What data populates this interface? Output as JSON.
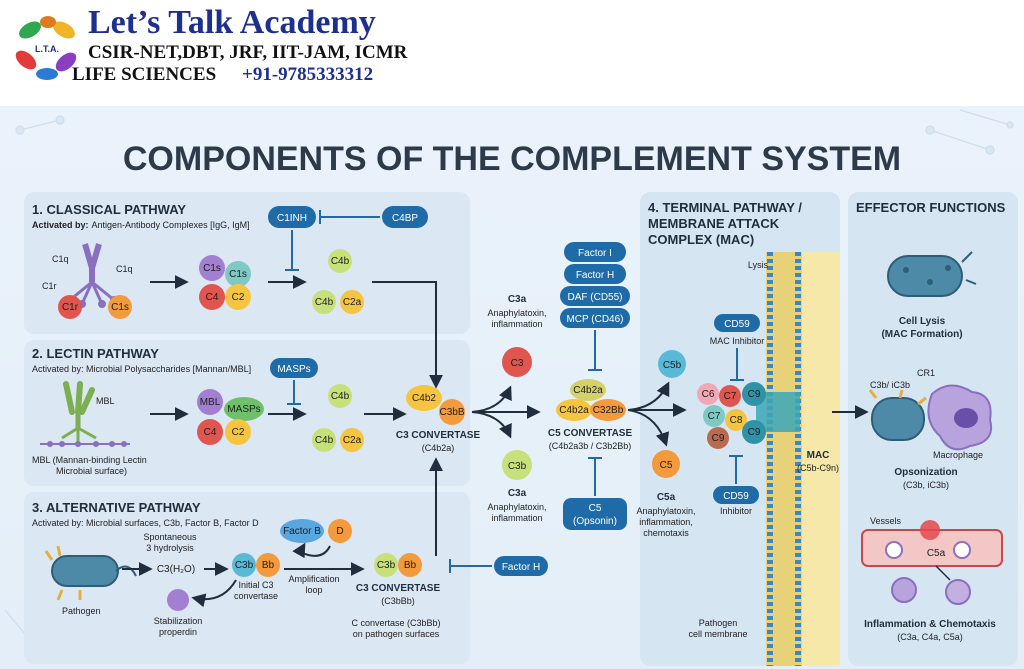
{
  "header": {
    "title": "Let’s Talk Academy",
    "subtitle": "CSIR-NET,DBT, JRF, IIT-JAM, ICMR",
    "life_sciences": "LIFE SCIENCES",
    "phone": "+91-9785333312",
    "logo_text": "L.T.A."
  },
  "main_title": "COMPONENTS OF THE COMPLEMENT SYSTEM",
  "classical": {
    "title": "1. CLASSICAL PATHWAY",
    "activated_prefix": "Activated by:",
    "activated_text": "Antigen-Antibody Complexes [IgG, IgM]",
    "c1q_left": "C1q",
    "c1q_right": "C1q",
    "c1r_label": "C1r",
    "c1r": "C1r",
    "c1s": "C1s",
    "c1s_a": "C1s",
    "c1s_b": "C1s",
    "c4": "C4",
    "c2": "C2",
    "c1inh": "C1INH",
    "c4bp": "C4BP",
    "c4b_top": "C4b",
    "c4b": "C4b",
    "c2a": "C2a"
  },
  "lectin": {
    "title": "2. LECTIN PATHWAY",
    "activated_text": "Activated by: Microbial Polysaccharides [Mannan/MBL]",
    "mbl_label": "MBL",
    "mbl_caption_1": "MBL (Mannan-binding Lectin",
    "mbl_caption_2": "Microbial surface)",
    "mbl": "MBL",
    "masps": "MASPs",
    "c4": "C4",
    "c2": "C2",
    "masps_pill": "MASPs",
    "c4b_top": "C4b",
    "c4b": "C4b",
    "c2a": "C2a"
  },
  "alternative": {
    "title": "3. ALTERNATIVE PATHWAY",
    "activated_text": "Activated by: Microbial surfaces, C3b, Factor B, Factor D",
    "pathogen": "Pathogen",
    "spontaneous_1": "Spontaneous",
    "spontaneous_2": "3 hydrolysis",
    "c3h2o": "C3(H₂O)",
    "c3b": "C3b",
    "bb": "Bb",
    "initial_1": "Initial C3",
    "initial_2": "convertase",
    "factor_b": "Factor B",
    "d": "D",
    "amplification_1": "Amplification",
    "amplification_2": "loop",
    "stab_1": "Stabilization",
    "stab_2": "properdin",
    "conv_c3b": "C3b",
    "conv_bb": "Bb",
    "conv_title": "C3 CONVERTASE",
    "conv_formula": "(C3bBb)",
    "conv_note_1": "C convertase (C3bBb)",
    "conv_note_2": "on pathogen surfaces",
    "factor_h": "Factor H"
  },
  "c3_convertase": {
    "c4b2": "C4b2",
    "c3bb": "C3bB",
    "title": "C3 CONVERTASE",
    "formula": "(C4b2a)"
  },
  "c3_split": {
    "c3a_title": "C3a",
    "c3a_desc_1": "Anaphylatoxin,",
    "c3a_desc_2": "inflammation",
    "c3": "C3",
    "c3b": "C3b",
    "c3a_title_2": "C3a",
    "c3a_desc_3": "Anaphylatoxin,",
    "c3a_desc_4": "inflammation"
  },
  "regulators": [
    "Factor I",
    "Factor H",
    "DAF (CD55)",
    "MCP (CD46)"
  ],
  "c5_convertase": {
    "c4b2a_top": "C4b2a",
    "c4b2a": "C4b2a",
    "c32bb": "C32Bb",
    "title": "C5 CONVERTASE",
    "formula": "(C4b2a3b / C3b2Bb)",
    "c5_pill_1": "C5",
    "c5_pill_2": "(Opsonin)"
  },
  "terminal": {
    "title_1": "4. TERMINAL PATHWAY /",
    "title_2": "MEMBRANE ATTACK",
    "title_3": "COMPLEX (MAC)",
    "c5b": "C5b",
    "c5": "C5",
    "c5a_title": "C5a",
    "c5a_desc_1": "Anaphylatoxin,",
    "c5a_desc_2": "inflammation,",
    "c5a_desc_3": "chemotaxis",
    "cd59_top": "CD59",
    "mac_inhibitor": "MAC Inhibitor",
    "cd59_bottom": "CD59",
    "inhibitor": "Inhibitor",
    "c6": "C6",
    "c7a": "C7",
    "c7b": "C7",
    "c8": "C8",
    "c9a": "C9",
    "c9b": "C9",
    "c9c": "C9",
    "lysis": "Lysis",
    "mac": "MAC",
    "mac_formula": "(C5b-C9n)",
    "membrane_1": "Pathogen",
    "membrane_2": "cell membrane"
  },
  "effector": {
    "title": "EFFECTOR FUNCTIONS",
    "cell_lysis": "Cell Lysis",
    "cell_lysis_sub": "(MAC Formation)",
    "cr1": "CR1",
    "c3b_ic3b": "C3b/ iC3b",
    "macrophage": "Macrophage",
    "opsonization": "Opsonization",
    "opsonization_sub": "(C3b, iC3b)",
    "vessels": "Vessels",
    "c5a": "C5a",
    "inflammation": "Inflammation & Chemotaxis",
    "inflammation_sub": "(C3a, C4a, C5a)"
  }
}
